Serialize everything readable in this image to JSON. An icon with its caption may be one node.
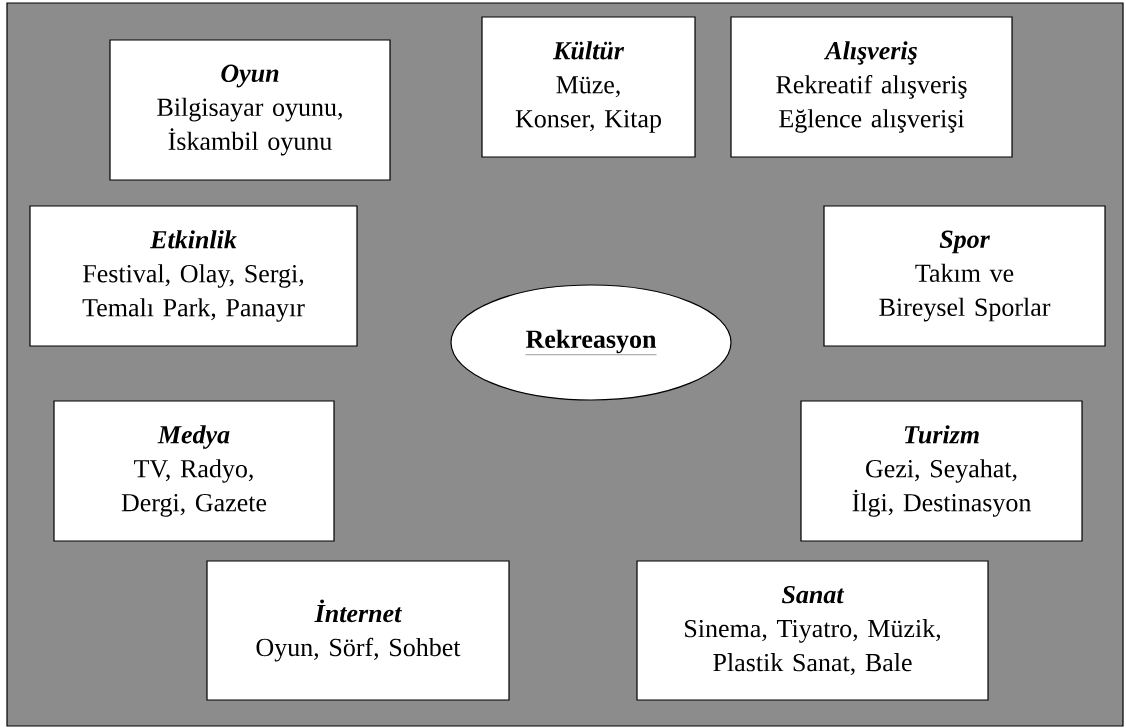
{
  "diagram": {
    "nodes": [
      {
        "text": [
          "Oyun",
          "Bilgisayar oyunu, İskambil oyunu"
        ]
      },
      {
        "text": [
          "Kültür",
          "Müze, Konser, Kitap"
        ]
      },
      {
        "text": [
          "Alışveriş",
          "Rekreatif alışveriş Eğlence alışverişi"
        ]
      },
      {
        "text": [
          "Etkinlik",
          "Festival, Olay, Sergi, Temalı Park, Panayır"
        ]
      },
      {
        "text": [
          "Spor",
          "Takım ve Bireysel Sporlar"
        ]
      },
      {
        "text": [
          "Rekreasyon"
        ]
      },
      {
        "text": [
          "Medya",
          "TV, Radyo, Dergi, Gazete"
        ]
      },
      {
        "text": [
          "Turizm",
          "Gezi, Seyahat, İlgi, Destinasyon"
        ]
      },
      {
        "text": [
          "İnternet",
          "Oyun, Sörf, Sohbet"
        ]
      },
      {
        "text": [
          "Sanat",
          "Sinema, Tiyatro, Müzik, Plastik Sanat, Bale"
        ]
      }
    ]
  }
}
